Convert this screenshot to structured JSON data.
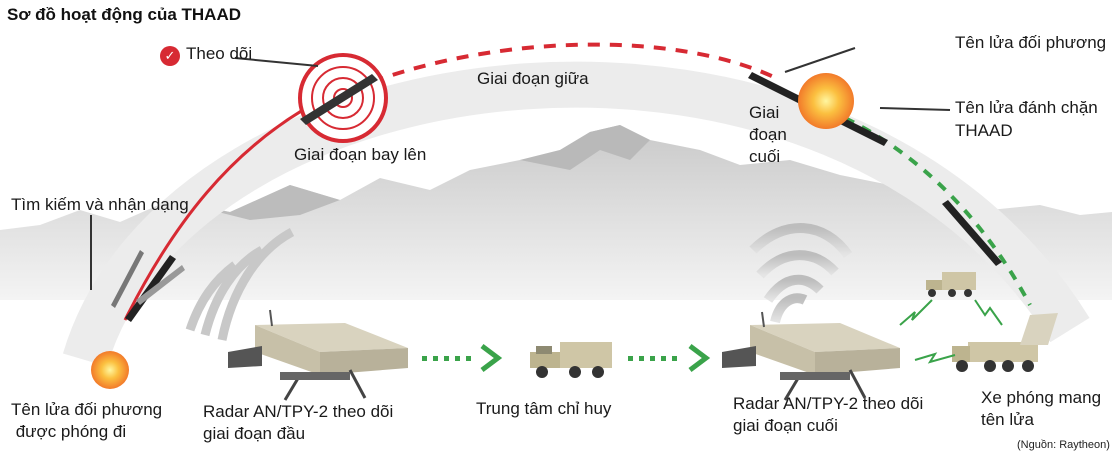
{
  "title": "Sơ đồ hoạt động của THAAD",
  "source": "(Nguồn: Raytheon)",
  "labels": {
    "tracking": "Theo dõi",
    "mid_phase": "Giai đoạn giữa",
    "boost_phase": "Giai đoạn bay lên",
    "terminal_phase": [
      "Giai",
      "đoạn",
      "cuối"
    ],
    "enemy_missile": "Tên lửa đối phương",
    "interceptor": [
      "Tên lửa đánh chặn",
      "THAAD"
    ],
    "search_identify": "Tìm kiếm và nhận dạng",
    "enemy_launched": [
      "Tên lửa đối phương",
      " được phóng đi"
    ],
    "radar_early": [
      "Radar AN/TPY-2 theo dõi",
      "giai đoạn đầu"
    ],
    "command_center": "Trung tâm chỉ huy",
    "radar_terminal": [
      "Radar AN/TPY-2 theo dõi",
      "giai đoạn cuối"
    ],
    "launcher": [
      "Xe phóng mang",
      "tên lửa"
    ]
  },
  "icons": [
    "check-icon",
    "missile-icon",
    "radar-icon",
    "truck-icon",
    "explosion-icon",
    "arrow-icon"
  ],
  "colors": {
    "red": "#d72a33",
    "green": "#3aa34a",
    "arc": "#e6e6e6",
    "explosion": "#f7a23a"
  }
}
